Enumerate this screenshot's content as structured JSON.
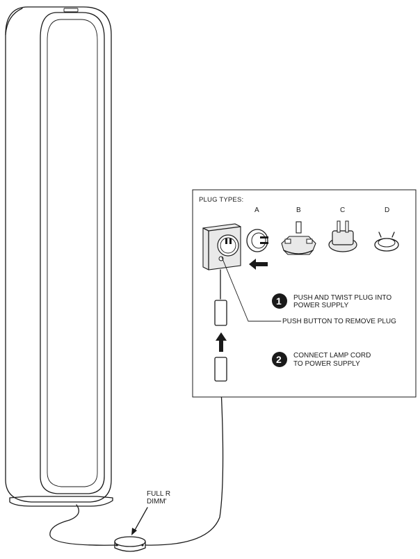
{
  "plug_types": {
    "heading": "PLUG TYPES:",
    "labels": [
      "A",
      "B",
      "C",
      "D"
    ]
  },
  "steps": [
    {
      "number": "1",
      "line1": "PUSH AND TWIST PLUG INTO",
      "line2": "POWER SUPPLY"
    },
    {
      "number": "2",
      "line1": "CONNECT LAMP CORD",
      "line2": "TO POWER SUPPLY"
    }
  ],
  "callout_push_button": "PUSH BUTTON TO REMOVE PLUG",
  "dimmer_label": {
    "line1": "FULL R",
    "line2": "DIMM'"
  }
}
